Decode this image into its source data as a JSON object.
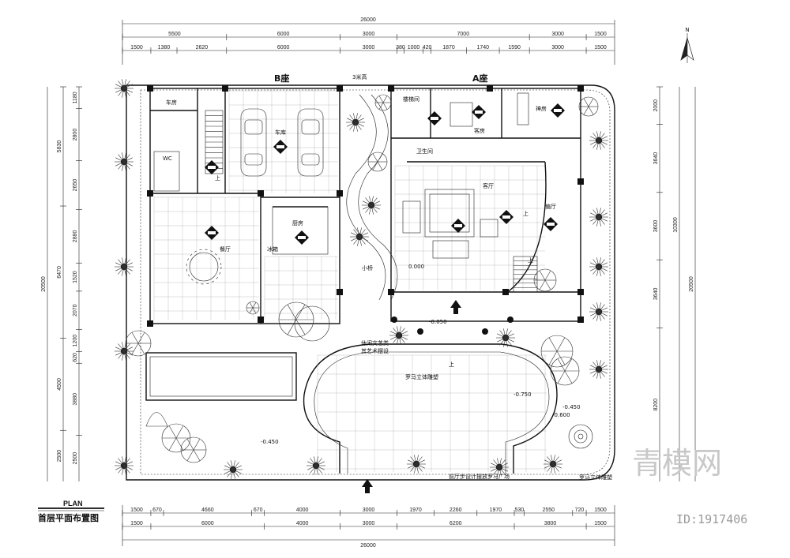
{
  "dimensions": {
    "top_total": "26000",
    "top_row1": [
      "5500",
      "6000",
      "3000",
      "7000",
      "3000",
      "1500"
    ],
    "top_row2": [
      "1500",
      "1380",
      "2620",
      "6000",
      "3000",
      "380",
      "1000",
      "420",
      "1870",
      "1740",
      "1590",
      "3000",
      "1500"
    ],
    "bottom_row1": [
      "1500",
      "670",
      "4660",
      "670",
      "4000",
      "3000",
      "1970",
      "2260",
      "1970",
      "530",
      "2550",
      "720",
      "1500"
    ],
    "bottom_row2": [
      "1500",
      "6000",
      "4000",
      "3000",
      "6200",
      "3800",
      "1500"
    ],
    "bottom_total": "26000",
    "left_outer": [
      "5830",
      "6470",
      "4500",
      "2500"
    ],
    "left_total": "20500",
    "left_inner": [
      "1180",
      "2800",
      "2650",
      "2880",
      "1520",
      "2070",
      "1200",
      "620",
      "3880",
      "2500"
    ],
    "right_outer": [
      "2000",
      "3640",
      "3600",
      "3640",
      "8200"
    ],
    "right_mid": "10300",
    "right_total": "20500"
  },
  "labels": {
    "block_b": "B座",
    "block_a": "A座",
    "water_feature": "3米高",
    "servants_room": "车房",
    "garage": "车库",
    "wc": "WC",
    "kitchen": "厨房",
    "kitchen_small": "冰箱",
    "dining": "餐厅",
    "stairs_room": "楼梯间",
    "guest_room": "客房",
    "shrine": "神房",
    "bathroom": "卫生间",
    "living": "客厅",
    "side_hall": "偏厅",
    "bridge": "小桥",
    "sculpture_note_1": "休闲文艺类",
    "sculpture_note_2": "其艺术摆设",
    "roman_sculpture": "罗马立体雕塑",
    "roman_sculpture_2": "罗马立体雕塑",
    "bottom_note": "前厅步设计摆放罗马广场",
    "up": "上",
    "level_0": "0.000",
    "level_1": "-0.050",
    "level_2": "-0.450",
    "level_3": "-0.750",
    "level_4": "-0.600",
    "level_5": "-0.450"
  },
  "title": {
    "plan": "PLAN",
    "name": "首层平面布置图"
  },
  "north": "N",
  "watermark": {
    "brand": "青模网",
    "id": "ID:1917406"
  }
}
